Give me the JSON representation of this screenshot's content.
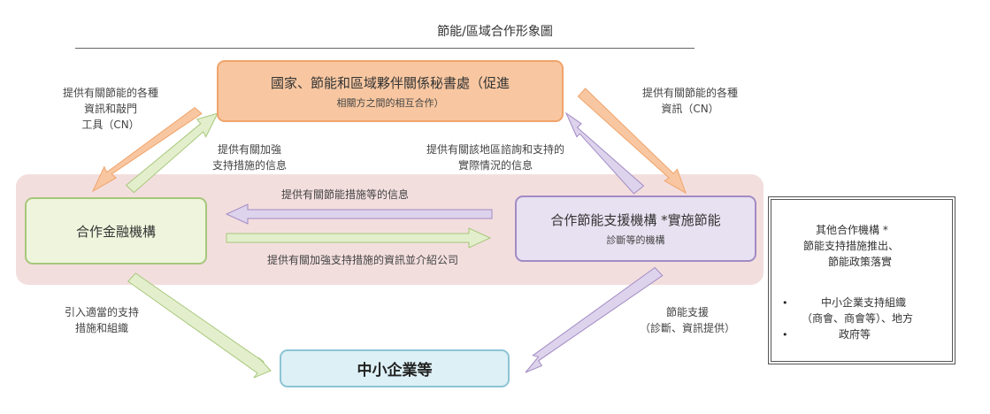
{
  "title": "節能/區域合作形象圖",
  "boxes": {
    "secretariat": {
      "line1": "國家、節能和區域夥伴關係秘書處（促進",
      "line2": "相關方之間的相互合作）"
    },
    "finance": {
      "label": "合作金融機構"
    },
    "support": {
      "line1": "合作節能支援機構 *實施節能",
      "line2": "診斷等的機構"
    },
    "sme": {
      "label": "中小企業等"
    },
    "other": {
      "line1": "其他合作機構 *",
      "line2": "節能支持措施推出、",
      "line3": "節能政策落實",
      "line4": "中小企業支持組織",
      "line5": "（商會、商會等）、地方",
      "line6": "政府等",
      "bullet": "•"
    }
  },
  "labels": {
    "top_left": {
      "line1": "提供有關節能的各種",
      "line2": "資訊和敲門",
      "line3": "工具（CN）"
    },
    "top_left_inner": {
      "line1": "提供有關加強",
      "line2": "支持措施的信息"
    },
    "top_right_inner": {
      "line1": "提供有關該地區諮詢和支持的",
      "line2": "實際情況的信息"
    },
    "top_right": {
      "line1": "提供有關節能的各種",
      "line2": "資訊（CN）"
    },
    "mid_upper": "提供有關節能措施等的信息",
    "mid_lower": "提供有關加強支持措施的資訊並介紹公司",
    "bottom_left": {
      "line1": "引入適當的支持",
      "line2": "措施和組織"
    },
    "bottom_right": {
      "line1": "節能支援",
      "line2": "（診斷、資訊提供）"
    }
  },
  "colors": {
    "orange_arrow": "#f8c7a1",
    "orange_stroke": "#f0a46b",
    "green_arrow": "#e3efcc",
    "green_stroke": "#a6c77a",
    "purple_arrow": "#ddd3ec",
    "purple_stroke": "#a28bc4",
    "band": "#f3dede"
  }
}
